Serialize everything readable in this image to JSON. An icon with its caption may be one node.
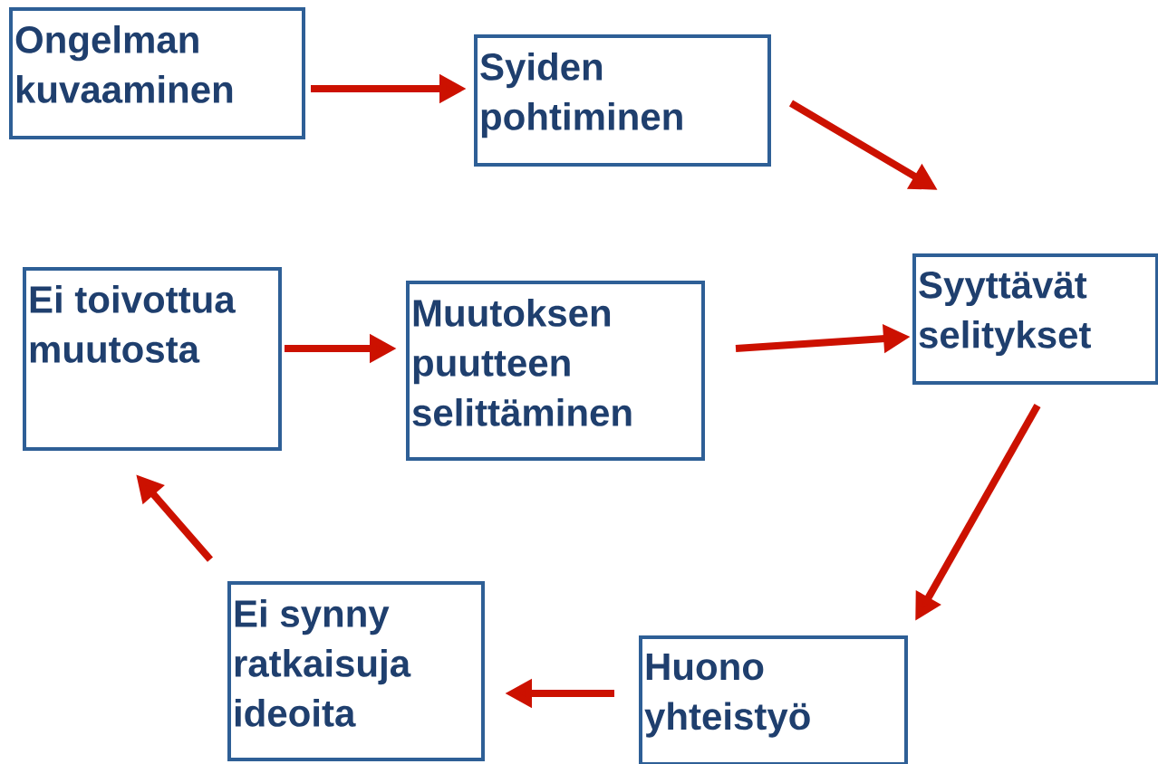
{
  "diagram": {
    "nodes": [
      {
        "text": [
          "Ongelman kuvaaminen"
        ]
      },
      {
        "text": [
          "Syiden pohtiminen"
        ]
      },
      {
        "text": [
          "Syyttävät selitykset"
        ]
      },
      {
        "text": [
          "Ei toivottua muutosta"
        ]
      },
      {
        "text": [
          "Muutoksen puutteen selittäminen"
        ]
      },
      {
        "text": [
          "Ei synny ratkaisuja ideoita"
        ]
      },
      {
        "text": [
          "Huono yhteistyö"
        ]
      }
    ],
    "edges": [
      {
        "from": 0,
        "to": 1,
        "arrow": "to"
      },
      {
        "from": 1,
        "to": 2,
        "arrow": "to"
      },
      {
        "from": 2,
        "to": 6,
        "arrow": "to"
      },
      {
        "from": 6,
        "to": 5,
        "arrow": "to"
      },
      {
        "from": 5,
        "to": 3,
        "arrow": "to"
      },
      {
        "from": 3,
        "to": 4,
        "arrow": "to"
      },
      {
        "from": 4,
        "to": 2,
        "arrow": "to"
      }
    ]
  }
}
